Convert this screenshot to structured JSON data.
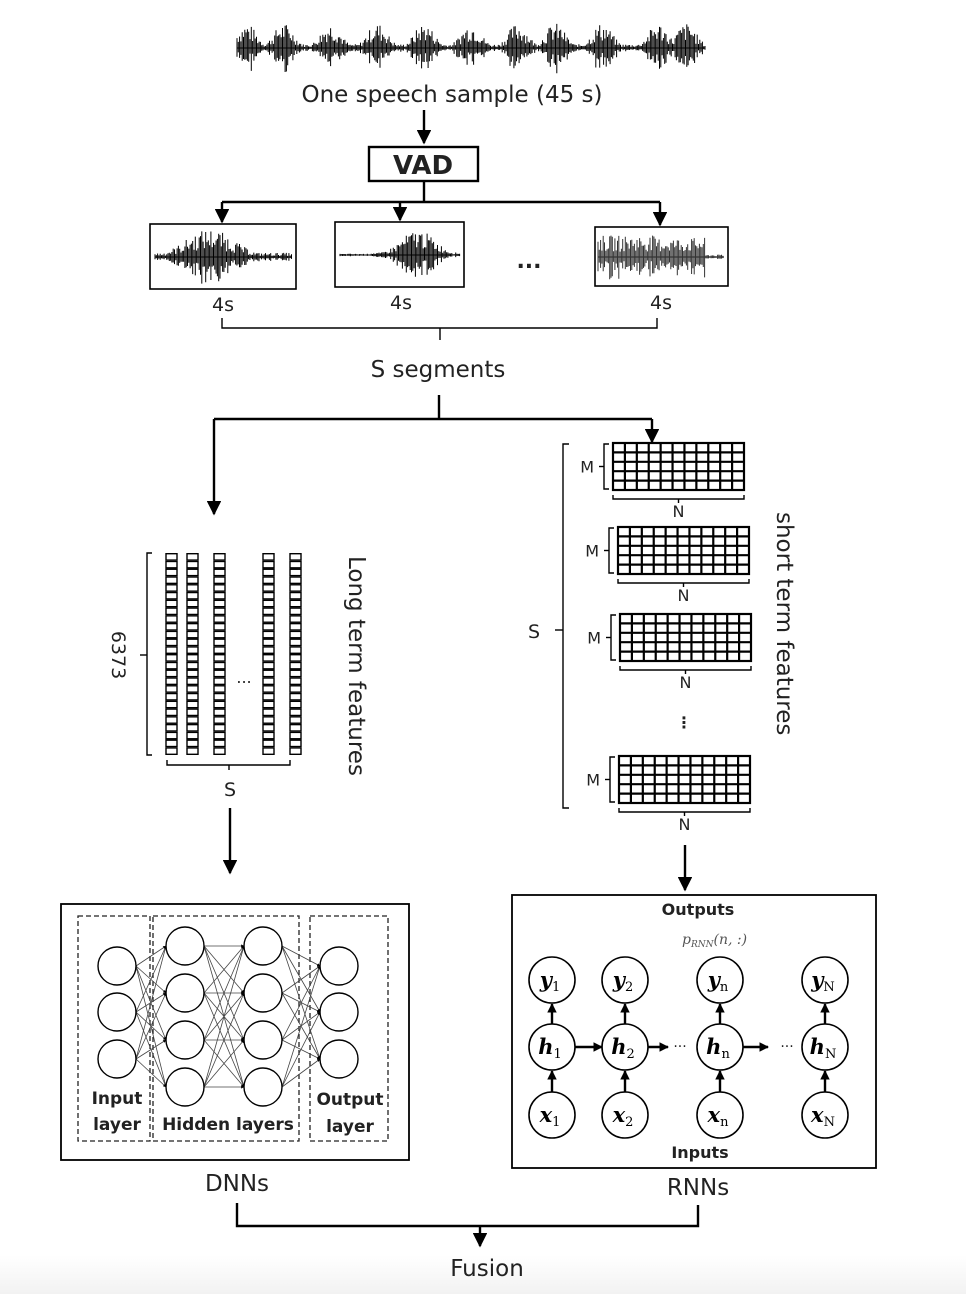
{
  "title": "Speech sample processing pipeline: VAD segmentation, long/short term features, DNN and RNN fusion",
  "input": {
    "caption": "One speech sample (45 s)",
    "vad_label": "VAD"
  },
  "segments": {
    "durations": [
      "4s",
      "4s",
      "4s"
    ],
    "ellipsis": "...",
    "caption": "S segments"
  },
  "long_term": {
    "dimension_label": "6373",
    "count_label": "S",
    "ellipsis": "...",
    "caption": "Long term features",
    "column_count_shown": 5
  },
  "short_term": {
    "outer_label": "S",
    "row_label": "M",
    "col_label": "N",
    "vertical_ellipsis": "⋮",
    "caption": "short term features",
    "grid_count_shown": 4,
    "grid_rows": 5,
    "grid_cols": 11
  },
  "dnn": {
    "caption": "DNNs",
    "input_label_line1": "Input",
    "input_label_line2": "layer",
    "hidden_label": "Hidden layers",
    "output_label_line1": "Output",
    "output_label_line2": "layer",
    "layers": [
      3,
      4,
      4,
      3
    ]
  },
  "rnn": {
    "caption": "RNNs",
    "outputs_label": "Outputs",
    "inputs_label": "Inputs",
    "prob_label_main": "p",
    "prob_label_sub": "RNN",
    "prob_label_args": "(n, :)",
    "ellipsis": "···",
    "steps": [
      {
        "y": "y",
        "h": "h",
        "x": "x",
        "sub": "1"
      },
      {
        "y": "y",
        "h": "h",
        "x": "x",
        "sub": "2"
      },
      {
        "y": "y",
        "h": "h",
        "x": "x",
        "sub": "n"
      },
      {
        "y": "y",
        "h": "h",
        "x": "x",
        "sub": "N"
      }
    ]
  },
  "fusion": {
    "caption": "Fusion"
  }
}
